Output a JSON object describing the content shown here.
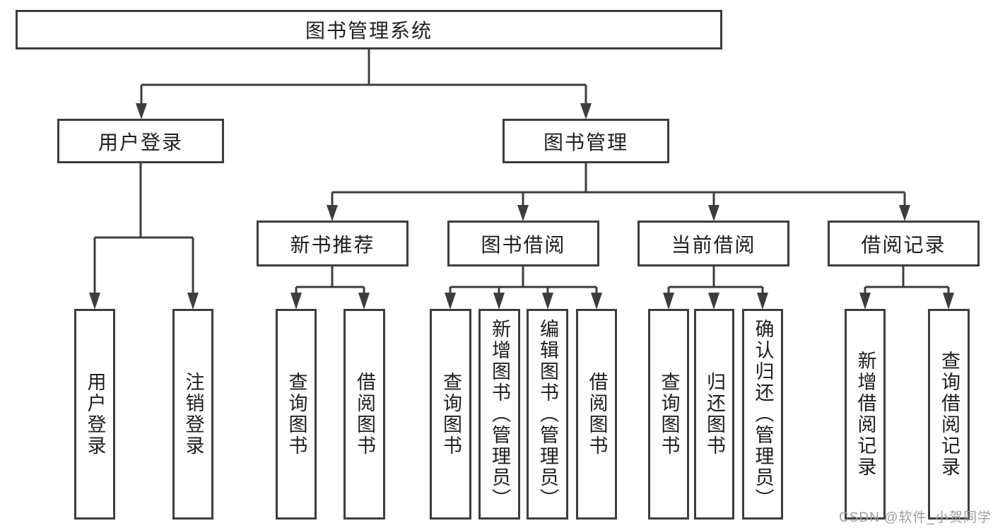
{
  "diagram": {
    "title": "图书管理系统",
    "level2": {
      "user_login": "用户登录",
      "book_management": "图书管理"
    },
    "level3": {
      "new_book_recommend": "新书推荐",
      "book_borrowing": "图书借阅",
      "current_borrowing": "当前借阅",
      "borrowing_records": "借阅记录"
    },
    "leaves": {
      "user_login": "用户登录",
      "logout": "注销登录",
      "nb_query_books": "查询图书",
      "nb_borrow_books": "借阅图书",
      "bb_query_books": "查询图书",
      "bb_add_books": "新增图书（管理员）",
      "bb_edit_books": "编辑图书（管理员）",
      "bb_borrow_books": "借阅图书",
      "cb_query_books": "查询图书",
      "cb_return_books": "归还图书",
      "cb_confirm_return": "确认归还（管理员）",
      "br_add_record": "新增借阅记录",
      "br_query_record": "查询借阅记录"
    }
  },
  "watermark": "CSDN @软件_小贺同学",
  "colors": {
    "line": "#3d3d3d",
    "text": "#1d1d1f",
    "watermark": "#9d9da2",
    "background": "#ffffff"
  }
}
